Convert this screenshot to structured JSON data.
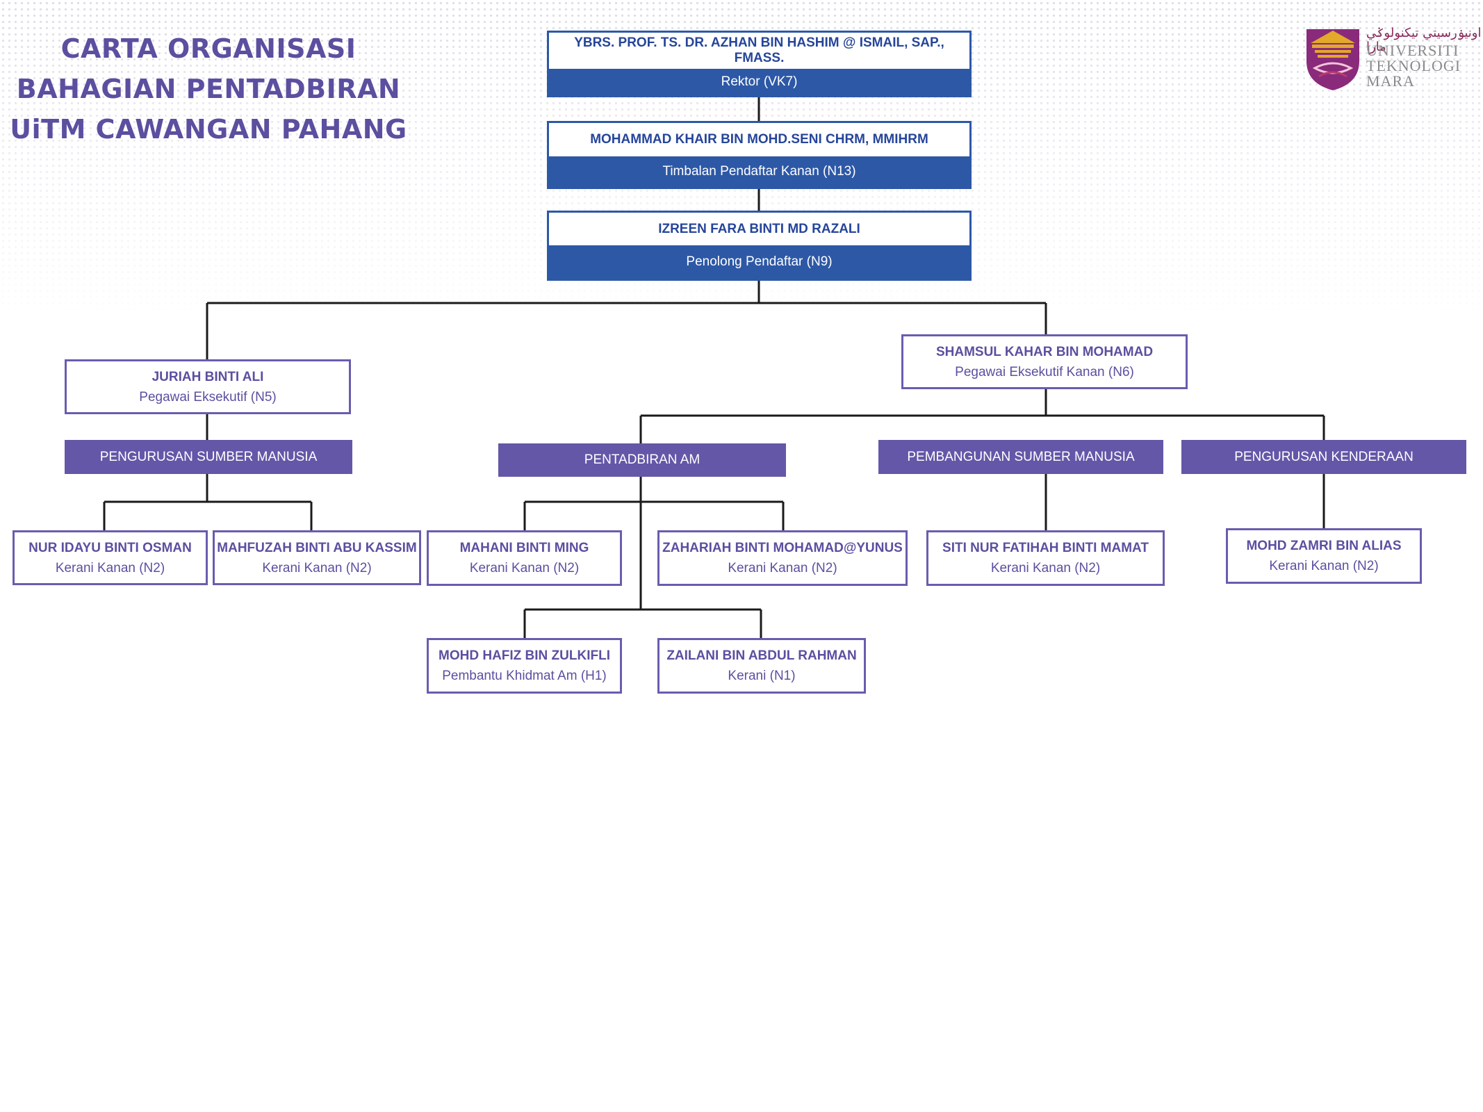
{
  "title_lines": [
    "CARTA ORGANISASI",
    "BAHAGIAN PENTADBIRAN",
    "UiTM CAWANGAN PAHANG"
  ],
  "logo": {
    "lines": [
      "UNIVERSITI",
      "TEKNOLOGI",
      "MARA"
    ],
    "arabic": "اونيۏرسيتي تيكنولوݢي مارا",
    "colors": {
      "roof": "#e3a92a",
      "shield": "#8a2a7a",
      "accent": "#b83a6e"
    }
  },
  "colors": {
    "top_blue": "#2d58a6",
    "purple": "#6457a8",
    "text_purple": "#5b4fa0",
    "line": "#1a1a1a"
  },
  "top": [
    {
      "name": "YBRS. PROF. TS. DR. AZHAN BIN HASHIM @ ISMAIL, SAP., FMASS.",
      "role": "Rektor (VK7)"
    },
    {
      "name": "MOHAMMAD KHAIR BIN MOHD.SENI CHRM, MMIHRM",
      "role": "Timbalan Pendaftar Kanan (N13)"
    },
    {
      "name": "IZREEN FARA BINTI MD RAZALI",
      "role": "Penolong Pendaftar (N9)"
    }
  ],
  "officers": [
    {
      "name": "JURIAH BINTI ALI",
      "role": "Pegawai Eksekutif (N5)"
    },
    {
      "name": "SHAMSUL KAHAR BIN MOHAMAD",
      "role": "Pegawai Eksekutif Kanan (N6)"
    }
  ],
  "units": [
    "PENGURUSAN SUMBER MANUSIA",
    "PENTADBIRAN AM",
    "PEMBANGUNAN SUMBER MANUSIA",
    "PENGURUSAN KENDERAAN"
  ],
  "staff": [
    {
      "name": "NUR IDAYU BINTI OSMAN",
      "role": "Kerani Kanan (N2)"
    },
    {
      "name": "MAHFUZAH BINTI ABU KASSIM",
      "role": "Kerani Kanan (N2)"
    },
    {
      "name": "MAHANI BINTI MING",
      "role": "Kerani Kanan (N2)"
    },
    {
      "name": "ZAHARIAH BINTI MOHAMAD@YUNUS",
      "role": "Kerani Kanan (N2)"
    },
    {
      "name": "SITI NUR FATIHAH BINTI MAMAT",
      "role": "Kerani Kanan (N2)"
    },
    {
      "name": "MOHD ZAMRI BIN ALIAS",
      "role": "Kerani Kanan (N2)"
    },
    {
      "name": "MOHD HAFIZ BIN ZULKIFLI",
      "role": "Pembantu Khidmat Am (H1)"
    },
    {
      "name": "ZAILANI BIN ABDUL RAHMAN",
      "role": "Kerani (N1)"
    }
  ]
}
